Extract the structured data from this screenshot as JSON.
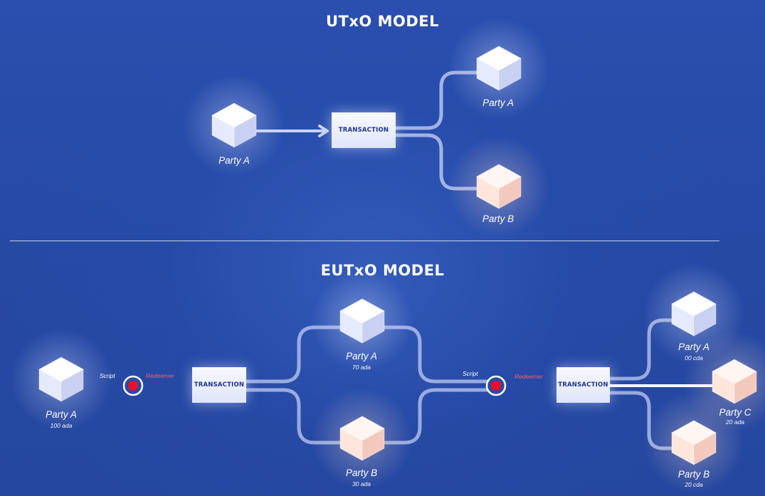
{
  "utxo": {
    "title": "UTxO MODEL",
    "transaction_label": "TRANSACTION",
    "input": {
      "name": "Party A"
    },
    "outputs": [
      {
        "name": "Party A"
      },
      {
        "name": "Party B"
      }
    ]
  },
  "eutxo": {
    "title": "EUTxO MODEL",
    "transaction_label": "TRANSACTION",
    "script_label": "Script",
    "redeemer_label": "Redeemer",
    "input": {
      "name": "Party A",
      "amount": "100 ada"
    },
    "middle_outputs": [
      {
        "name": "Party A",
        "amount": "70 ada"
      },
      {
        "name": "Party B",
        "amount": "30 ada"
      }
    ],
    "final_outputs": [
      {
        "name": "Party A",
        "amount": "00 cda"
      },
      {
        "name": "Party C",
        "amount": "20 ada"
      },
      {
        "name": "Party B",
        "amount": "20 cda"
      }
    ]
  },
  "colors": {
    "background": "#2649a4",
    "connector": "#c9d4f7",
    "redeemer": "#ff4a5c",
    "script_node": "#e8102c",
    "cube_white": "#eef1ff",
    "cube_peach": "#ffe1d6",
    "transaction_text": "#20358f"
  }
}
